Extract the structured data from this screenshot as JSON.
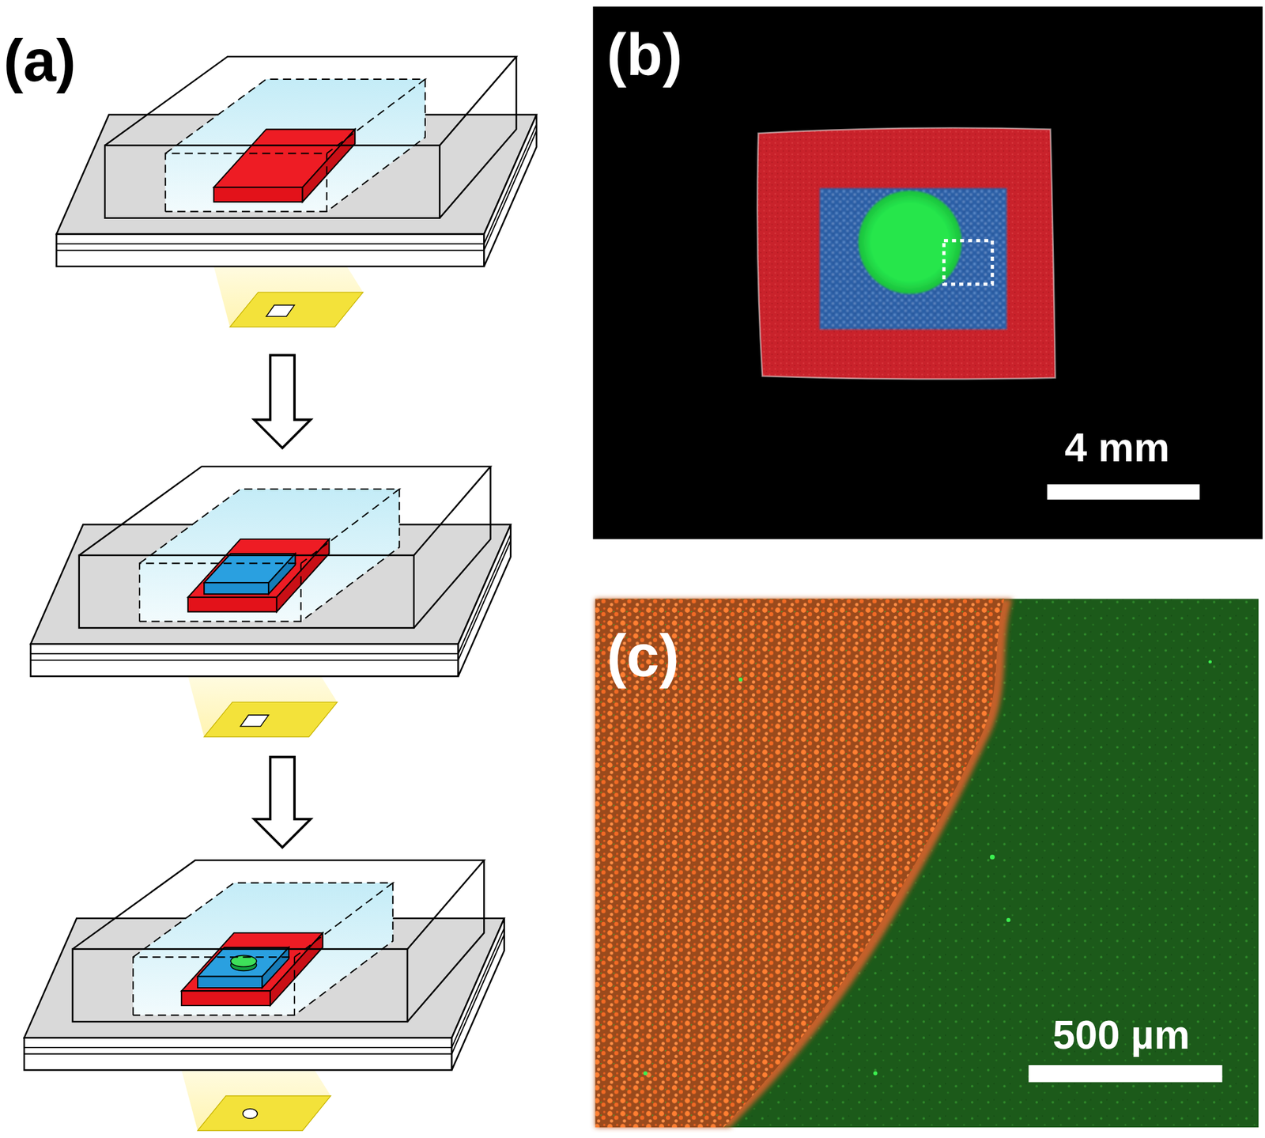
{
  "diagram": {
    "labels": [
      "(a)",
      "(b)",
      "(c)",
      "4 mm",
      "500 µm"
    ]
  }
}
